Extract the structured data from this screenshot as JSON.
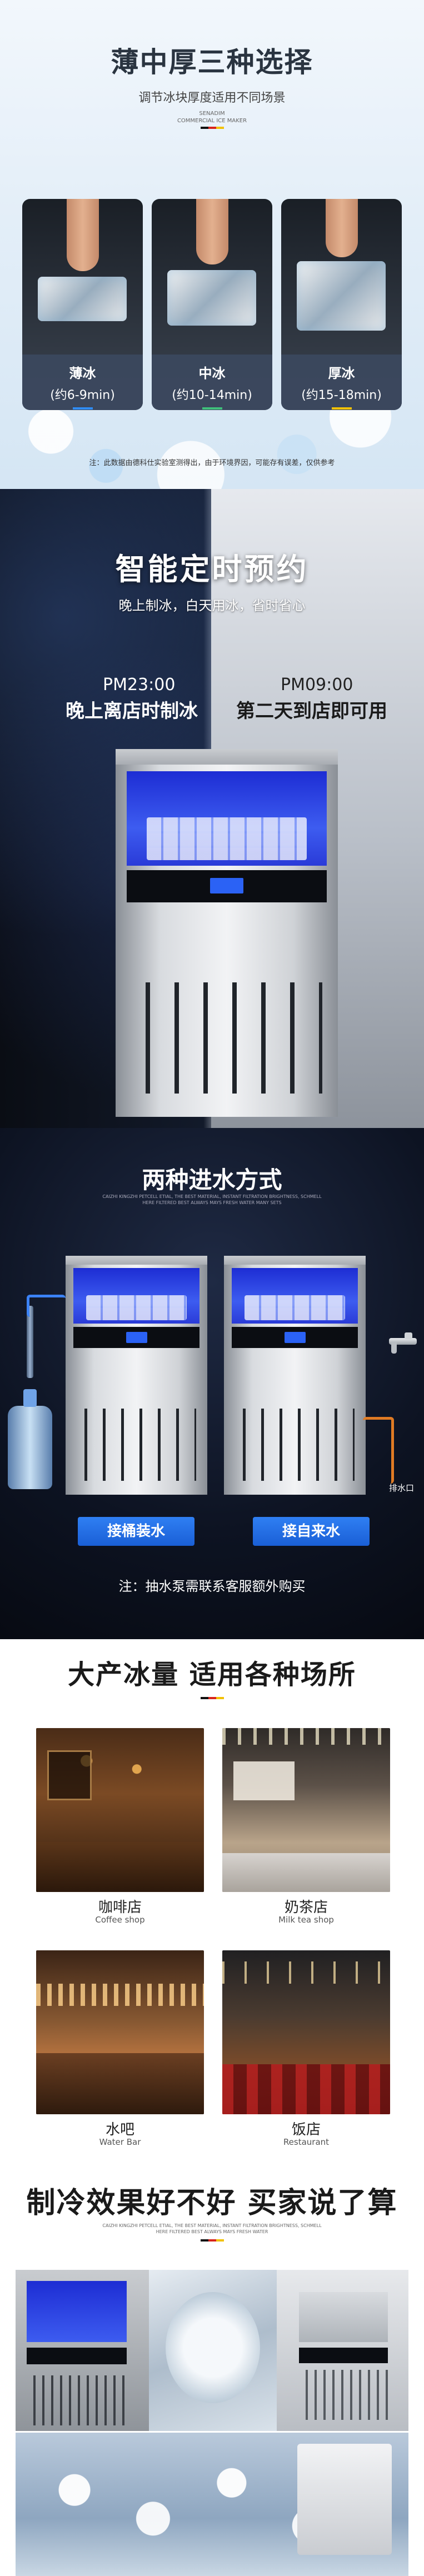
{
  "thickness": {
    "title": "薄中厚三种选择",
    "subtitle": "调节冰块厚度适用不同场景",
    "brand_line1": "SENADIM",
    "brand_line2": "COMMERCIAL ICE MAKER",
    "options": [
      {
        "name": "薄冰",
        "range": "(约6-9min)",
        "accent": "#2f8cf5"
      },
      {
        "name": "中冰",
        "range": "(约10-14min)",
        "accent": "#3fc07a"
      },
      {
        "name": "厚冰",
        "range": "(约15-18min)",
        "accent": "#f2c100"
      }
    ],
    "note": "注：此数据由德科仕实验室测得出，由于环境界因，可能存有误差，仅供参考"
  },
  "timer": {
    "title_a": "智能",
    "title_b": "定时预约",
    "subtitle_a": "晚上制冰，",
    "subtitle_b": "白天用冰，省时省心",
    "left_time": "PM23:00",
    "left_desc": "晚上离店时制冰",
    "right_time": "PM09:00",
    "right_desc": "第二天到店即可用"
  },
  "water": {
    "title": "两种进水方式",
    "fine1": "CAIZHI KINGZHI PETCELL ETIAL, THE BEST MATERIAL, INSTANT FILTRATION BRIGHTNESS, SCHMELL",
    "fine2": "HERE FILTERED BEST ALWAYS MAYS FRESH WATER MANY SETS",
    "option_left": "接桶装水",
    "option_right": "接自来水",
    "drain_label": "排水口",
    "note": "注：抽水泵需联系客服额外购买"
  },
  "scenes": {
    "title": "大产冰量 适用各种场所",
    "items": [
      {
        "cn": "咖啡店",
        "en": "Coffee shop"
      },
      {
        "cn": "奶茶店",
        "en": "Milk tea shop"
      },
      {
        "cn": "水吧",
        "en": "Water Bar"
      },
      {
        "cn": "饭店",
        "en": "Restaurant"
      }
    ]
  },
  "reviews": {
    "title": "制冷效果好不好 买家说了算",
    "fine1": "CAIZHI KINGZHI PETCELL ETIAL, THE BEST MATERIAL, INSTANT FILTRATION BRIGHTNESS, SCHMELL",
    "fine2": "HERE FILTERED BEST ALWAYS MAYS FRESH WATER"
  }
}
